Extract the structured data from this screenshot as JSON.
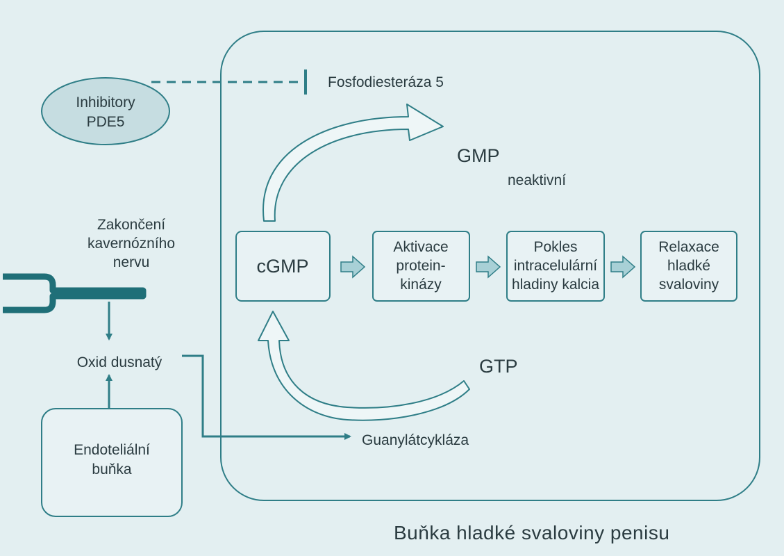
{
  "diagram": {
    "colors": {
      "background": "#e3eff1",
      "stroke": "#2f7e87",
      "box_fill": "#e8f2f4",
      "inhibitor_fill": "#c6dde1",
      "arrow_fill": "#a8d0d6",
      "text": "#2a3b40"
    },
    "inhibitor": {
      "line1": "Inhibitory",
      "line2": "PDE5"
    },
    "pde5": "Fosfodiesteráza 5",
    "gmp": "GMP",
    "gmp_sub": "neaktivní",
    "nerve": {
      "line1": "Zakončení",
      "line2": "kavernózního",
      "line3": "nervu"
    },
    "no": "Oxid dusnatý",
    "endothelial": {
      "line1": "Endoteliální",
      "line2": "buňka"
    },
    "guanylate": "Guanylátcykláza",
    "gtp": "GTP",
    "cgmp": "cGMP",
    "kinase": {
      "line1": "Aktivace",
      "line2": "protein-",
      "line3": "kinázy"
    },
    "calcium": {
      "line1": "Pokles",
      "line2": "intracelulární",
      "line3": "hladiny kalcia"
    },
    "relax": {
      "line1": "Relaxace",
      "line2": "hladké",
      "line3": "svaloviny"
    },
    "cell_caption": "Buňka hladké svaloviny penisu"
  }
}
